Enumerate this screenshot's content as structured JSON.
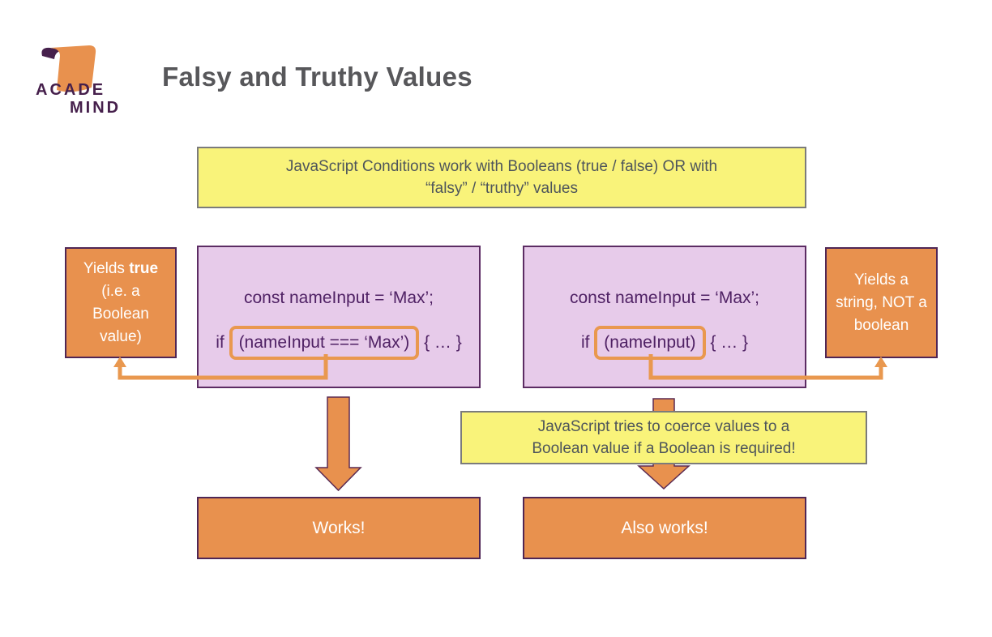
{
  "slide": {
    "title": "Falsy and Truthy Values",
    "logo": {
      "line1": "ACADE",
      "line2": "MIND"
    }
  },
  "intro_box": {
    "line1": "JavaScript Conditions work with Booleans (true / false) OR with",
    "line2": "“falsy” / “truthy” values"
  },
  "left_note": {
    "prefix": "Yields ",
    "bold": "true",
    "rest": " (i.e. a Boolean value)"
  },
  "right_note": {
    "text": "Yields a string, NOT a boolean"
  },
  "left_code": {
    "line1": "const nameInput = ‘Max’;",
    "if_prefix": "if ",
    "highlight": "(nameInput === ‘Max’)",
    "suffix": " { … }"
  },
  "right_code": {
    "line1": "const nameInput = ‘Max’;",
    "if_prefix": "if ",
    "highlight": "(nameInput)",
    "suffix": " { … }"
  },
  "coerce_box": {
    "line1": "JavaScript tries to coerce values to a",
    "line2": "Boolean value if a Boolean is required!"
  },
  "results": {
    "left": "Works!",
    "right": "Also works!"
  },
  "colors": {
    "orange_fill": "#E8914E",
    "orange_accent": "#E9984F",
    "purple_box_fill": "#E7CBEA",
    "purple_box_border": "#5C2C63",
    "purple_code_text": "#4F2164",
    "logo_purple": "#46204C",
    "orange_box_border": "#4F2655",
    "arrow_outline": "#5A2A52",
    "yellow_fill": "#F9F37A",
    "yellow_border": "#7B7B7B",
    "note_text_gray": "#4E555B",
    "title_gray": "#57575A",
    "white_text": "#FFFFFF"
  }
}
